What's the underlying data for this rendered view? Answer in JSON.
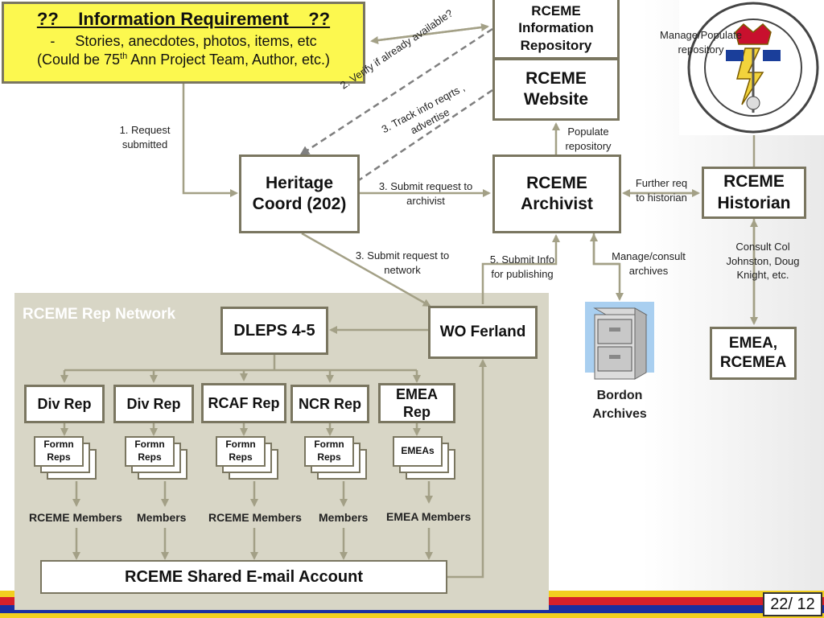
{
  "info_box": {
    "line1": "??    Information Requirement    ??",
    "line2": "-     Stories, anecdotes, photos, items, etc",
    "line3_pre": "(Could be 75",
    "line3_sup": "th",
    "line3_post": " Ann Project Team, Author, etc.)"
  },
  "nodes": {
    "repository": "RCEME Information Repository",
    "website": "RCEME Website",
    "heritage": "Heritage Coord (202)",
    "archivist": "RCEME Archivist",
    "historian": "RCEME Historian",
    "emea_rcemea": "EMEA, RCEMEA",
    "dleps": "DLEPS 4-5",
    "wo_ferland": "WO Ferland",
    "bordon": "Bordon Archives",
    "shared_email": "RCEME Shared E-mail Account",
    "network_title": "RCEME Rep Network"
  },
  "edges": {
    "request_submitted": "1. Request submitted",
    "verify": "2. Verify if already available?",
    "track": "3. Track info reqrts , advertise",
    "submit_archivist": "3. Submit request to archivist",
    "submit_network": "3. Submit request to network",
    "populate": "Populate repository",
    "manage_populate": "Manage/Populate repository",
    "further": "Further req to historian",
    "manage_consult": "Manage/consult archives",
    "submit_info": "5. Submit Info for publishing",
    "consult_col": "Consult Col Johnston, Doug Knight, etc."
  },
  "reps": [
    {
      "label": "Div Rep",
      "stack": "Formn Reps",
      "members": "RCEME Members"
    },
    {
      "label": "Div Rep",
      "stack": "Formn Reps",
      "members": "Members"
    },
    {
      "label": "RCAF Rep",
      "stack": "Formn Reps",
      "members": "RCEME Members"
    },
    {
      "label": "NCR Rep",
      "stack": "Formn Reps",
      "members": "Members"
    },
    {
      "label": "EMEA Rep",
      "stack": "EMEAs",
      "members": "EMEA Members"
    }
  ],
  "page_number": "22/ 12",
  "colors": {
    "info_fill": "#fcf84f",
    "box_border": "#7a7660",
    "arrow": "#a3a086",
    "dashed_arrow": "#7f7f7f",
    "network_bg": "#d8d6c6",
    "stripe_yellow": "#f2cf1f",
    "stripe_red": "#d6202a",
    "stripe_blue": "#1a2ea0"
  },
  "icons": [
    "file-cabinet-icon",
    "rcme-crest-logo"
  ]
}
